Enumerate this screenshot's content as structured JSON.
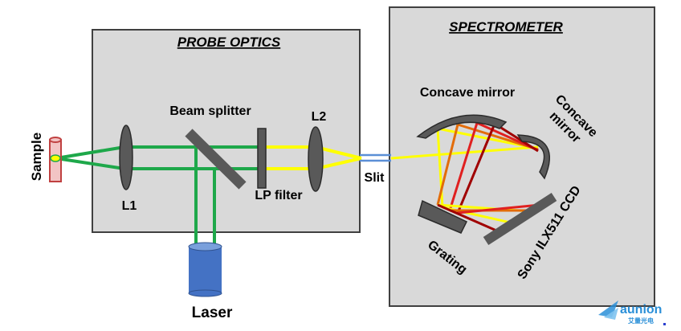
{
  "probe_optics": {
    "title": "PROBE OPTICS",
    "labels": {
      "l1": "L1",
      "beam_splitter": "Beam splitter",
      "l2": "L2",
      "lp_filter": "LP filter"
    }
  },
  "spectrometer": {
    "title": "SPECTROMETER",
    "labels": {
      "concave_mirror_1": "Concave mirror",
      "concave_mirror_2_line1": "Concave",
      "concave_mirror_2_line2": "mirror",
      "grating": "Grating",
      "ccd": "Sony ILX511 CCD"
    }
  },
  "external": {
    "sample": "Sample",
    "laser": "Laser",
    "slit": "Slit"
  },
  "watermark": {
    "brand": "aunion",
    "brand_sub": "艾量光电"
  },
  "colors": {
    "box_fill": "#d9d9d9",
    "box_stroke": "#404040",
    "laser_green": "#1ea84a",
    "signal_yellow": "#ffff00",
    "optic_gray": "#595959",
    "fiber_blue": "#5b8fd6",
    "laser_blue": "#4472c4",
    "sample_red": "#e07070",
    "ray_orange": "#e36c09",
    "ray_red": "#e02020",
    "ray_darkred": "#a00000",
    "watermark_blue": "#2a8fd8"
  }
}
